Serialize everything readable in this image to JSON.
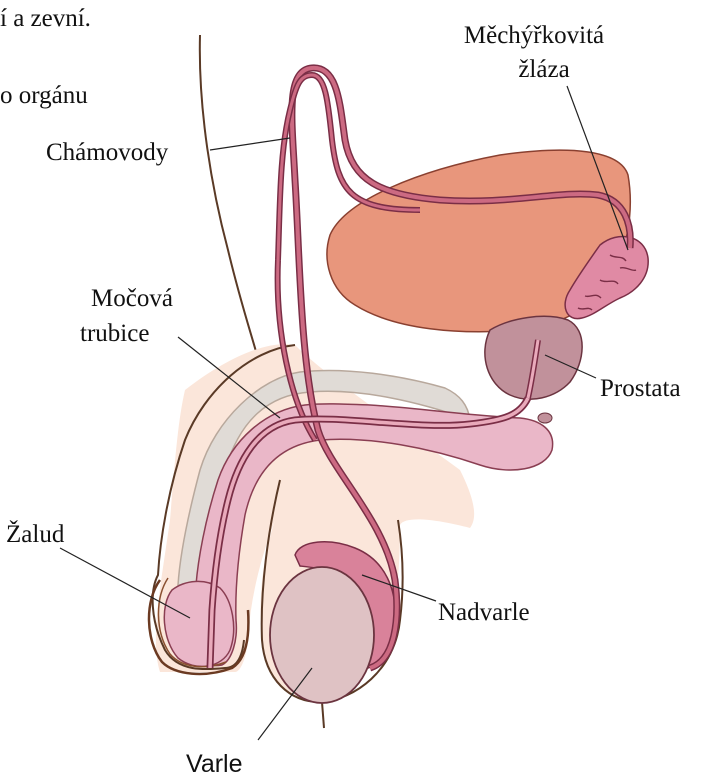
{
  "fragments": {
    "top_line": "í a zevní.",
    "second_line": "o orgánu"
  },
  "labels": {
    "seminal_vesicle_line1": "Měchýřkovitá",
    "seminal_vesicle_line2": "žláza",
    "vas_deferens": "Chámovody",
    "urethra_line1": "Močová",
    "urethra_line2": "trubice",
    "prostate": "Prostata",
    "glans": "Žalud",
    "epididymis": "Nadvarle",
    "testis": "Varle"
  },
  "colors": {
    "bladder": "#e8967c",
    "prostate": "#c1919b",
    "vesicle": "#e08aa4",
    "skin": "#fbe6da",
    "penis_pink": "#eab7c8",
    "gray_tissue": "#e0dbd6",
    "duct": "#cc6a82",
    "testis": "#dfc2c4",
    "epididymis": "#d9829a",
    "outline": "#5a2a20"
  }
}
